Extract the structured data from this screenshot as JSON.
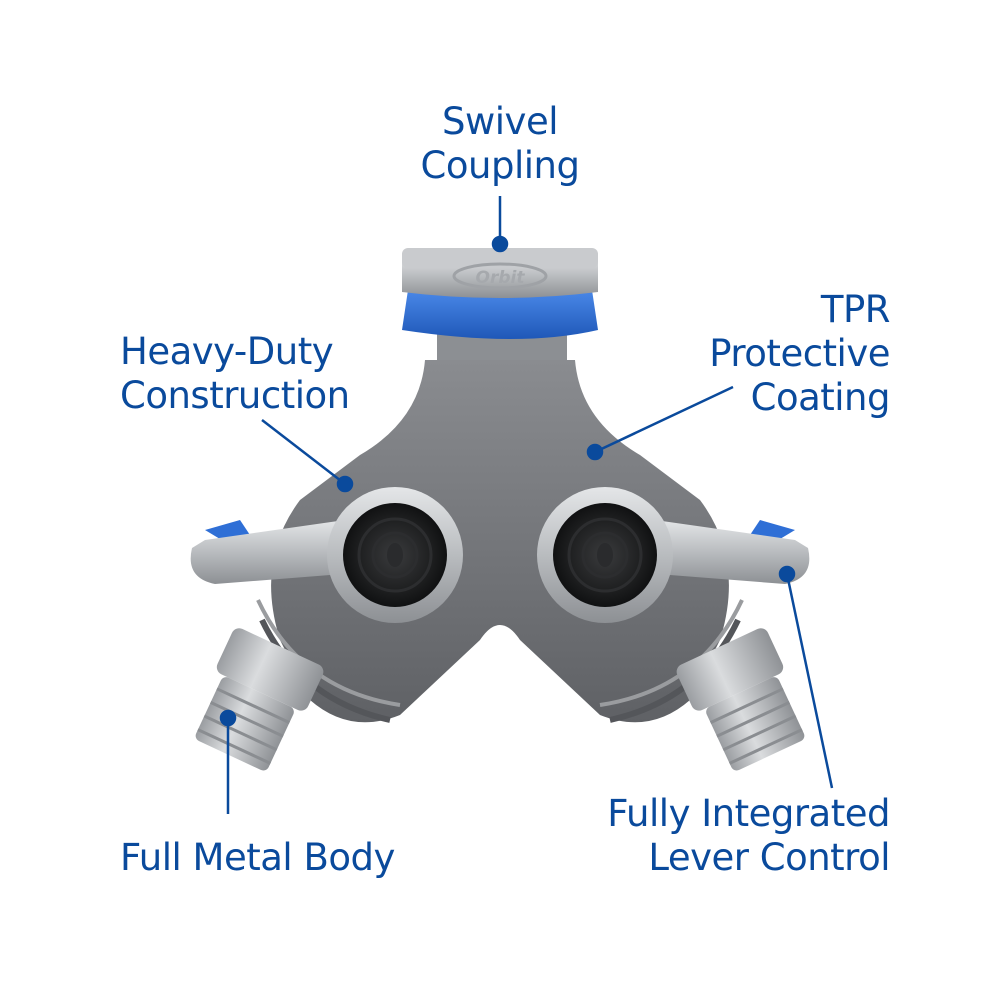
{
  "brand": {
    "logo_text": "Orbit",
    "accent_color": "#0a4a9c",
    "product_blue": "#2f6fd6",
    "tpr_gray": "#7a7c80",
    "metal_silver": "#c4c6c8"
  },
  "callouts": [
    {
      "id": "swivel-coupling",
      "lines": [
        "Swivel",
        "Coupling"
      ]
    },
    {
      "id": "heavy-duty-construction",
      "lines": [
        "Heavy-Duty",
        "Construction"
      ]
    },
    {
      "id": "tpr-protective-coating",
      "lines": [
        "TPR",
        "Protective",
        "Coating"
      ]
    },
    {
      "id": "full-metal-body",
      "lines": [
        "Full Metal Body"
      ]
    },
    {
      "id": "fully-integrated-lever-control",
      "lines": [
        "Fully Integrated",
        "Lever Control"
      ]
    }
  ]
}
